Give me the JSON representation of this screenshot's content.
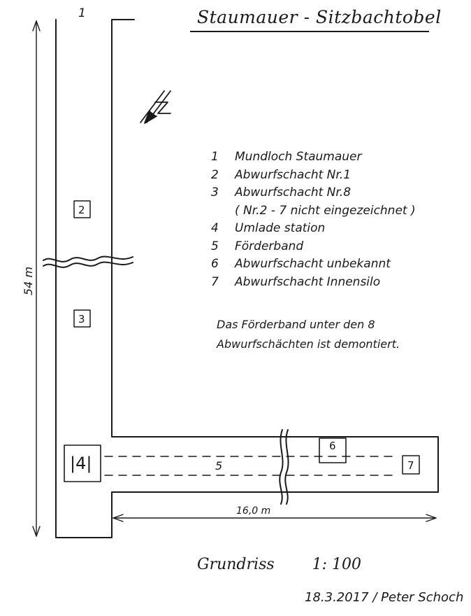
{
  "drawing": {
    "title": "Staumauer - Sitzbachtobel",
    "entrance_label": "1",
    "dimension_vertical": "54 m",
    "dimension_horizontal": "16,0 m",
    "markers": {
      "m2": "2",
      "m3": "3",
      "m4": "|4|",
      "m5": "5",
      "m6": "6",
      "m7": "7"
    },
    "scale_label": "Grundriss",
    "scale_ratio": "1: 100",
    "signature": "18.3.2017 / Peter Schoch",
    "north_symbol": "north-arrow"
  },
  "legend": [
    {
      "num": "1",
      "text": "Mundloch Staumauer"
    },
    {
      "num": "2",
      "text": "Abwurfschacht Nr.1"
    },
    {
      "num": "3",
      "text": "Abwurfschacht Nr.8"
    },
    {
      "num": "",
      "text": "( Nr.2 - 7 nicht eingezeichnet )"
    },
    {
      "num": "4",
      "text": "Umlade station"
    },
    {
      "num": "5",
      "text": "Förderband"
    },
    {
      "num": "6",
      "text": "Abwurfschacht unbekannt"
    },
    {
      "num": "7",
      "text": "Abwurfschacht Innensilo"
    }
  ],
  "note": {
    "line1": "Das Förderband unter den 8",
    "line2": "Abwurfschächten ist demontiert."
  }
}
